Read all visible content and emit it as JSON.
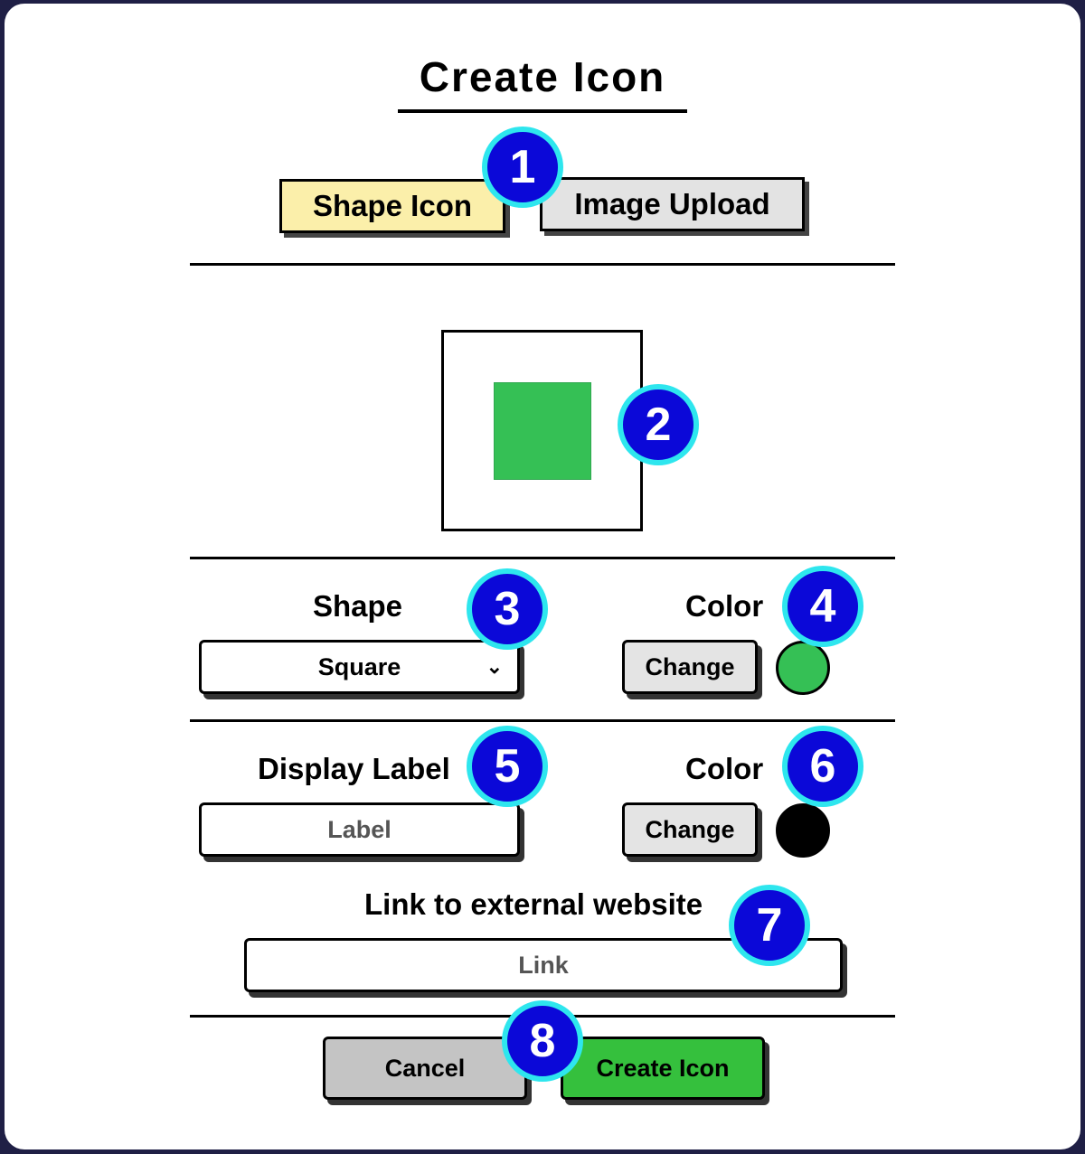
{
  "dialog": {
    "title": "Create Icon",
    "tabs": [
      {
        "label": "Shape Icon",
        "active": true
      },
      {
        "label": "Image Upload",
        "active": false
      }
    ],
    "preview": {
      "shape": "square",
      "color": "#35c055"
    },
    "shape_section": {
      "label": "Shape",
      "select_value": "Square",
      "color_label": "Color",
      "change_button": "Change",
      "color": "#35c055"
    },
    "label_section": {
      "label": "Display Label",
      "input_placeholder": "Label",
      "color_label": "Color",
      "change_button": "Change",
      "color": "#000000"
    },
    "link_section": {
      "label": "Link to external website",
      "input_placeholder": "Link"
    },
    "footer": {
      "cancel_label": "Cancel",
      "create_label": "Create Icon"
    }
  },
  "callouts": [
    "1",
    "2",
    "3",
    "4",
    "5",
    "6",
    "7",
    "8"
  ],
  "colors": {
    "badge": "#0b08d8",
    "badge_ring": "#2ee6ee",
    "active_tab": "#fbefaa",
    "create": "#35c03d",
    "cancel": "#c4c4c4"
  }
}
